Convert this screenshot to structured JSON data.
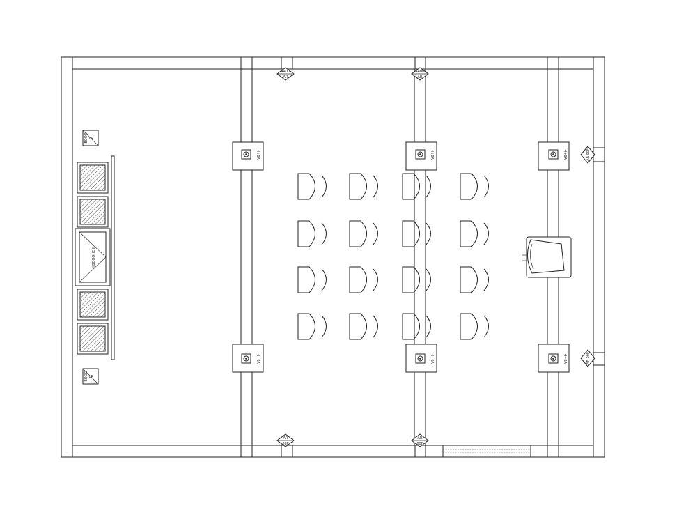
{
  "labels": {
    "top_tag_left_main": "4400",
    "top_tag_left_sub": "AR",
    "top_tag_mid_main": "4400",
    "top_tag_mid_sub": "AR",
    "bottom_tag_left_main": "00F",
    "bottom_tag_left_sub": "AR",
    "bottom_tag_mid_main": "00F",
    "bottom_tag_mid_sub": "AR",
    "right_tag_upper": "AR 00F",
    "right_tag_lower": "AR 00F",
    "speaker_label": "4+0A",
    "screen_label": "IIBOOOHE II",
    "small_box_label": "LR",
    "small_box_label_sub": "BOOO"
  },
  "colors": {
    "line": "#222222",
    "hatch": "#555555",
    "background": "#ffffff"
  }
}
